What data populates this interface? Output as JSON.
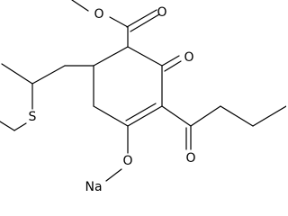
{
  "diagram": {
    "type": "skeletal-structure",
    "atom_labels": {
      "ester_carbonyl_o": "O",
      "ester_ether_o": "O",
      "ring_ketone_o": "O",
      "sulfur": "S",
      "acyl_ketone_o": "O",
      "enolate_o": "O",
      "sodium": "Na"
    }
  }
}
